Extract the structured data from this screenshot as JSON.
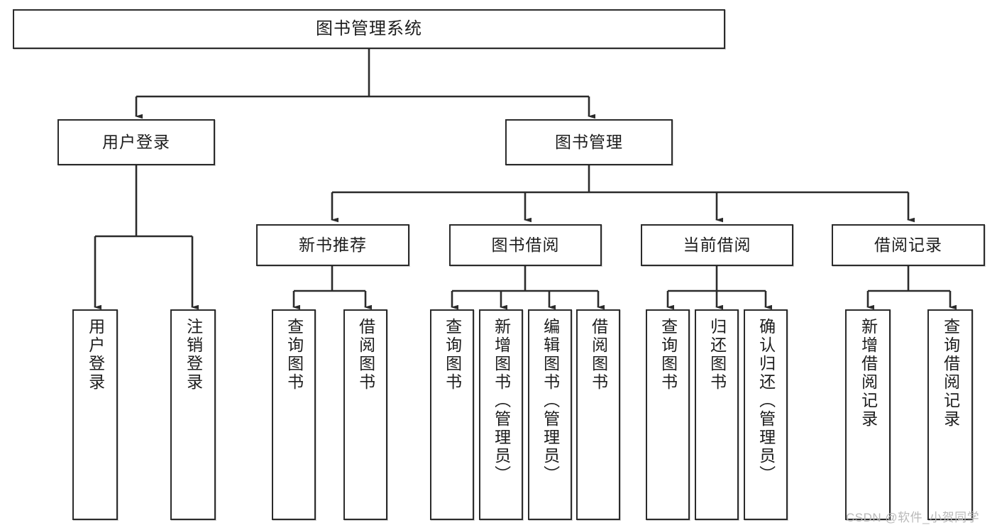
{
  "diagram": {
    "type": "tree-hierarchy-chart",
    "title": "图书管理系统",
    "orientation": "top-down",
    "colors": {
      "box_border": "#2b2b2b",
      "box_fill": "#ffffff",
      "edge": "#2b2b2b",
      "text": "#1d1d1d",
      "watermark": "#b9b9b9"
    },
    "levels": {
      "root": {
        "label": "图书管理系统"
      },
      "level2": [
        {
          "id": "user-login",
          "label": "用户登录"
        },
        {
          "id": "book-management",
          "label": "图书管理"
        }
      ],
      "level3": [
        {
          "id": "new-book-recommend",
          "label": "新书推荐",
          "parent": "book-management"
        },
        {
          "id": "book-borrow",
          "label": "图书借阅",
          "parent": "book-management"
        },
        {
          "id": "current-borrow",
          "label": "当前借阅",
          "parent": "book-management"
        },
        {
          "id": "borrow-record",
          "label": "借阅记录",
          "parent": "book-management"
        }
      ],
      "leaves": [
        {
          "id": "leaf-user-login",
          "label": "用户登录",
          "parent": "user-login"
        },
        {
          "id": "leaf-logout-login",
          "label": "注销登录",
          "parent": "user-login"
        },
        {
          "id": "leaf-query-book-1",
          "label": "查询图书",
          "parent": "new-book-recommend"
        },
        {
          "id": "leaf-borrow-book-1",
          "label": "借阅图书",
          "parent": "new-book-recommend"
        },
        {
          "id": "leaf-query-book-2",
          "label": "查询图书",
          "parent": "book-borrow"
        },
        {
          "id": "leaf-add-book",
          "label": "新增图书（管理员）",
          "parent": "book-borrow"
        },
        {
          "id": "leaf-edit-book",
          "label": "编辑图书（管理员）",
          "parent": "book-borrow"
        },
        {
          "id": "leaf-borrow-book-2",
          "label": "借阅图书",
          "parent": "book-borrow"
        },
        {
          "id": "leaf-query-book-3",
          "label": "查询图书",
          "parent": "current-borrow"
        },
        {
          "id": "leaf-return-book",
          "label": "归还图书",
          "parent": "current-borrow"
        },
        {
          "id": "leaf-confirm-return",
          "label": "确认归还（管理员）",
          "parent": "current-borrow"
        },
        {
          "id": "leaf-add-record",
          "label": "新增借阅记录",
          "parent": "borrow-record"
        },
        {
          "id": "leaf-query-record",
          "label": "查询借阅记录",
          "parent": "borrow-record"
        }
      ]
    }
  },
  "watermark": {
    "text": "CSDN @软件_小贺同学"
  }
}
